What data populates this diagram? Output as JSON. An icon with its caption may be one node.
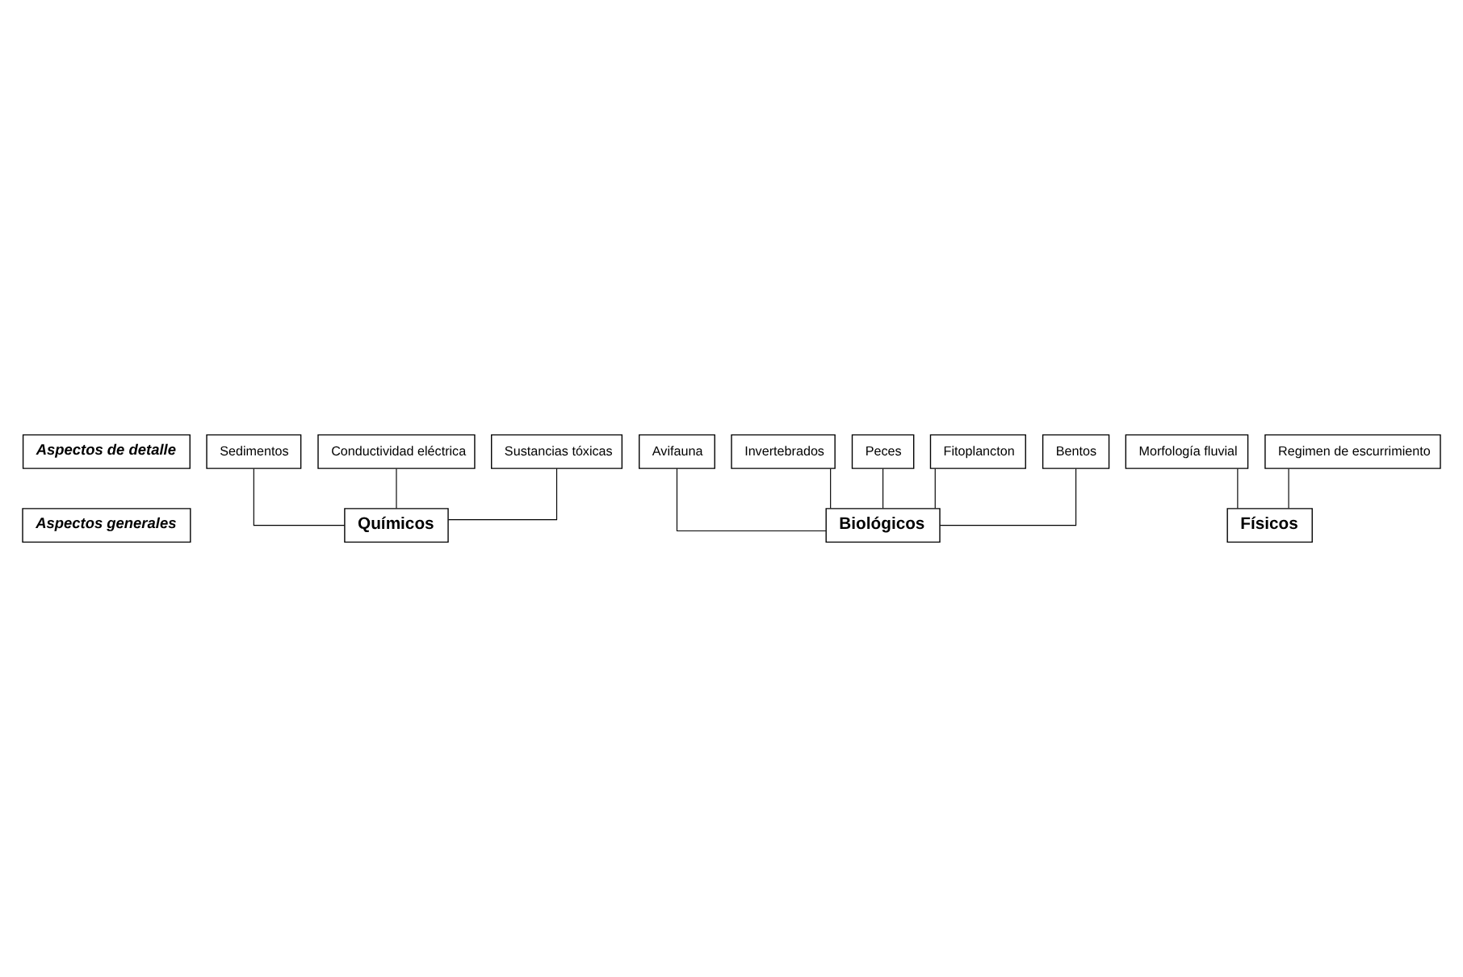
{
  "diagram": {
    "nodes": [
      {
        "text": [
          "Aspectos de detalle"
        ]
      },
      {
        "text": [
          "Sedimentos"
        ]
      },
      {
        "text": [
          "Conductividad eléctrica"
        ]
      },
      {
        "text": [
          "Sustancias tóxicas"
        ]
      },
      {
        "text": [
          "Avifauna"
        ]
      },
      {
        "text": [
          "Invertebrados"
        ]
      },
      {
        "text": [
          "Peces"
        ]
      },
      {
        "text": [
          "Fitoplancton"
        ]
      },
      {
        "text": [
          "Bentos"
        ]
      },
      {
        "text": [
          "Morfología fluvial"
        ]
      },
      {
        "text": [
          "Regimen de escurrimiento"
        ]
      },
      {
        "text": [
          "Aspectos generales"
        ]
      },
      {
        "text": [
          "Químicos"
        ]
      },
      {
        "text": [
          "Biológicos"
        ]
      },
      {
        "text": [
          "Físicos"
        ]
      }
    ],
    "edges": [
      {
        "from": 12,
        "to": 1,
        "arrow": "none"
      },
      {
        "from": 12,
        "to": 2,
        "arrow": "none"
      },
      {
        "from": 12,
        "to": 3,
        "arrow": "none"
      },
      {
        "from": 13,
        "to": 4,
        "arrow": "none"
      },
      {
        "from": 13,
        "to": 5,
        "arrow": "none"
      },
      {
        "from": 13,
        "to": 6,
        "arrow": "none"
      },
      {
        "from": 13,
        "to": 7,
        "arrow": "none"
      },
      {
        "from": 13,
        "to": 8,
        "arrow": "none"
      },
      {
        "from": 14,
        "to": 9,
        "arrow": "none"
      },
      {
        "from": 14,
        "to": 10,
        "arrow": "none"
      }
    ]
  }
}
